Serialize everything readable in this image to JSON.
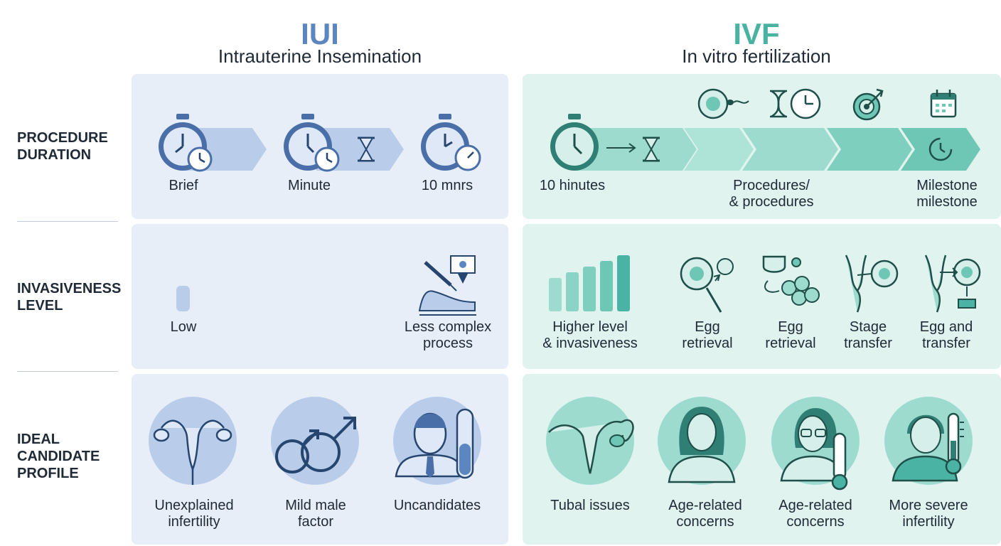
{
  "iui": {
    "acronym": "IUI",
    "subtitle": "Intrauterine Insemination",
    "accent": "#5b86bf",
    "duration": [
      "Brief",
      "Minute",
      "10 mnrs"
    ],
    "invasiveness": [
      "Low",
      "Less complex\nprocess"
    ],
    "candidates": [
      "Unexplained\ninfertility",
      "Mild male\nfactor",
      "Uncandidates"
    ]
  },
  "ivf": {
    "acronym": "IVF",
    "subtitle": "In vitro fertilization",
    "accent": "#4bb3a3",
    "duration": [
      "10 hinutes",
      "Procedures/\n& procedures",
      "Milestone\nmilestone"
    ],
    "invasiveness": [
      "Higher level\n& invasiveness",
      "Egg\nretrieval",
      "Egg\nretrieval",
      "Stage\ntransfer",
      "Egg and\ntransfer"
    ],
    "candidates": [
      "Tubal issues",
      "Age-related\nconcerns",
      "Age-related\nconcerns",
      "More severe\ninfertility"
    ]
  },
  "rows": [
    "PROCEDURE\nDURATION",
    "INVASIVENESS\nLEVEL",
    "IDEAL\nCANDIDATE\nPROFILE"
  ]
}
